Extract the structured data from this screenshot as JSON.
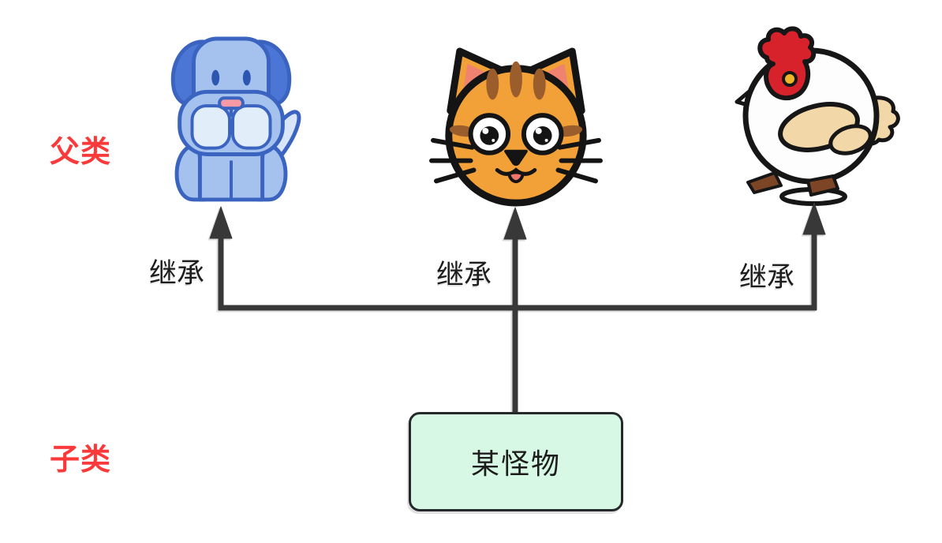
{
  "diagram": {
    "side_labels": {
      "parent": "父类",
      "child": "子类",
      "color": "#fa3a3a"
    },
    "parents": [
      {
        "icon": "dog-icon",
        "animal": "dog",
        "inherit_label": "继承"
      },
      {
        "icon": "cat-icon",
        "animal": "cat",
        "inherit_label": "继承"
      },
      {
        "icon": "rooster-icon",
        "animal": "rooster",
        "inherit_label": "继承"
      }
    ],
    "child": {
      "name": "某怪物",
      "box_fill": "#d7f8e5",
      "box_border": "#26292b"
    },
    "connector_color": "#383838"
  }
}
